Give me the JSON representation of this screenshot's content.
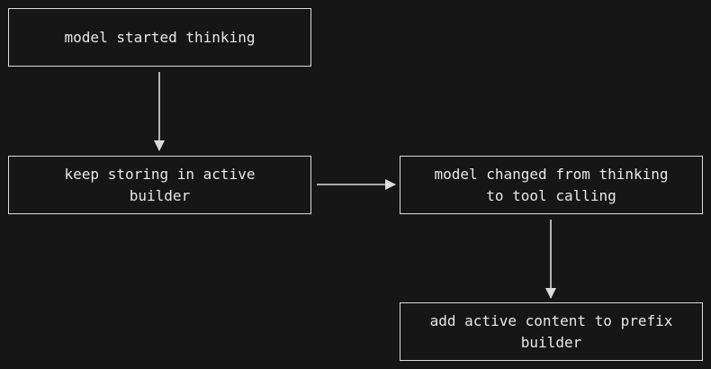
{
  "diagram": {
    "nodes": [
      {
        "id": "node-1",
        "label": "model started thinking"
      },
      {
        "id": "node-2",
        "label": "keep storing in active\nbuilder"
      },
      {
        "id": "node-3",
        "label": "model changed from thinking\nto tool calling"
      },
      {
        "id": "node-4",
        "label": "add active content to prefix\nbuilder"
      }
    ],
    "edges": [
      {
        "from": "node-1",
        "to": "node-2"
      },
      {
        "from": "node-2",
        "to": "node-3"
      },
      {
        "from": "node-3",
        "to": "node-4"
      }
    ],
    "colors": {
      "background": "#161616",
      "stroke": "#dcdcdc",
      "text": "#e8e8e8"
    }
  }
}
